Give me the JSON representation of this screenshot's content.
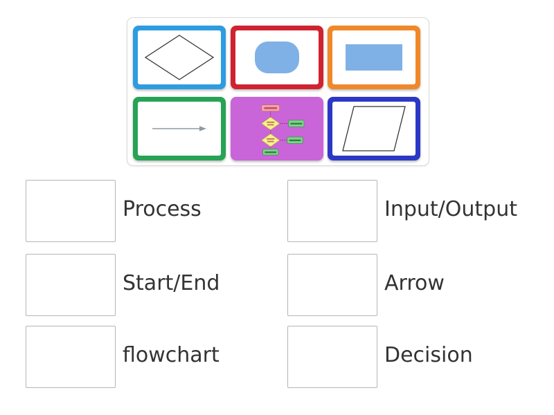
{
  "colors": {
    "page_bg": "#ffffff",
    "panel_border": "#d9d9d9",
    "panel_bg": "#ffffff",
    "slot_border": "#b5b5b5",
    "slot_bg": "#ffffff",
    "label_text": "#333333",
    "shape_fill_blue": "#7fb1e6",
    "shape_outline": "#333333",
    "arrow_stroke": "#8d9aa3"
  },
  "tiles": [
    {
      "id": "diamond",
      "frame_color": "#2d9ce0",
      "inner_color": "#ffffff",
      "shape": "diamond-outline"
    },
    {
      "id": "stadium",
      "frame_color": "#d1232f",
      "inner_color": "#ffffff",
      "shape": "stadium-filled"
    },
    {
      "id": "rectangle",
      "frame_color": "#f0882a",
      "inner_color": "#ffffff",
      "shape": "rectangle-filled"
    },
    {
      "id": "arrow",
      "frame_color": "#27a355",
      "inner_color": "#ffffff",
      "shape": "arrow-right"
    },
    {
      "id": "flowchart",
      "frame_color": "#c965d9",
      "inner_color": "#c965d9",
      "shape": "mini-flowchart"
    },
    {
      "id": "parallelogram",
      "frame_color": "#2b38c6",
      "inner_color": "#ffffff",
      "shape": "parallelogram-outline"
    }
  ],
  "mini_flowchart": {
    "node_pink": "#f2a6ad",
    "node_yellow": "#f6f28c",
    "node_green": "#7ed489",
    "stroke_pink": "#c95f6e",
    "stroke_yellow": "#bfae3e",
    "stroke_green": "#2f9e44",
    "connector": "#8a2a50",
    "text_red": "#b03a4a",
    "text_green": "#1c6b2d"
  },
  "match": {
    "left": [
      "Process",
      "Start/End",
      "flowchart"
    ],
    "right": [
      "Input/Output",
      "Arrow",
      "Decision"
    ]
  }
}
